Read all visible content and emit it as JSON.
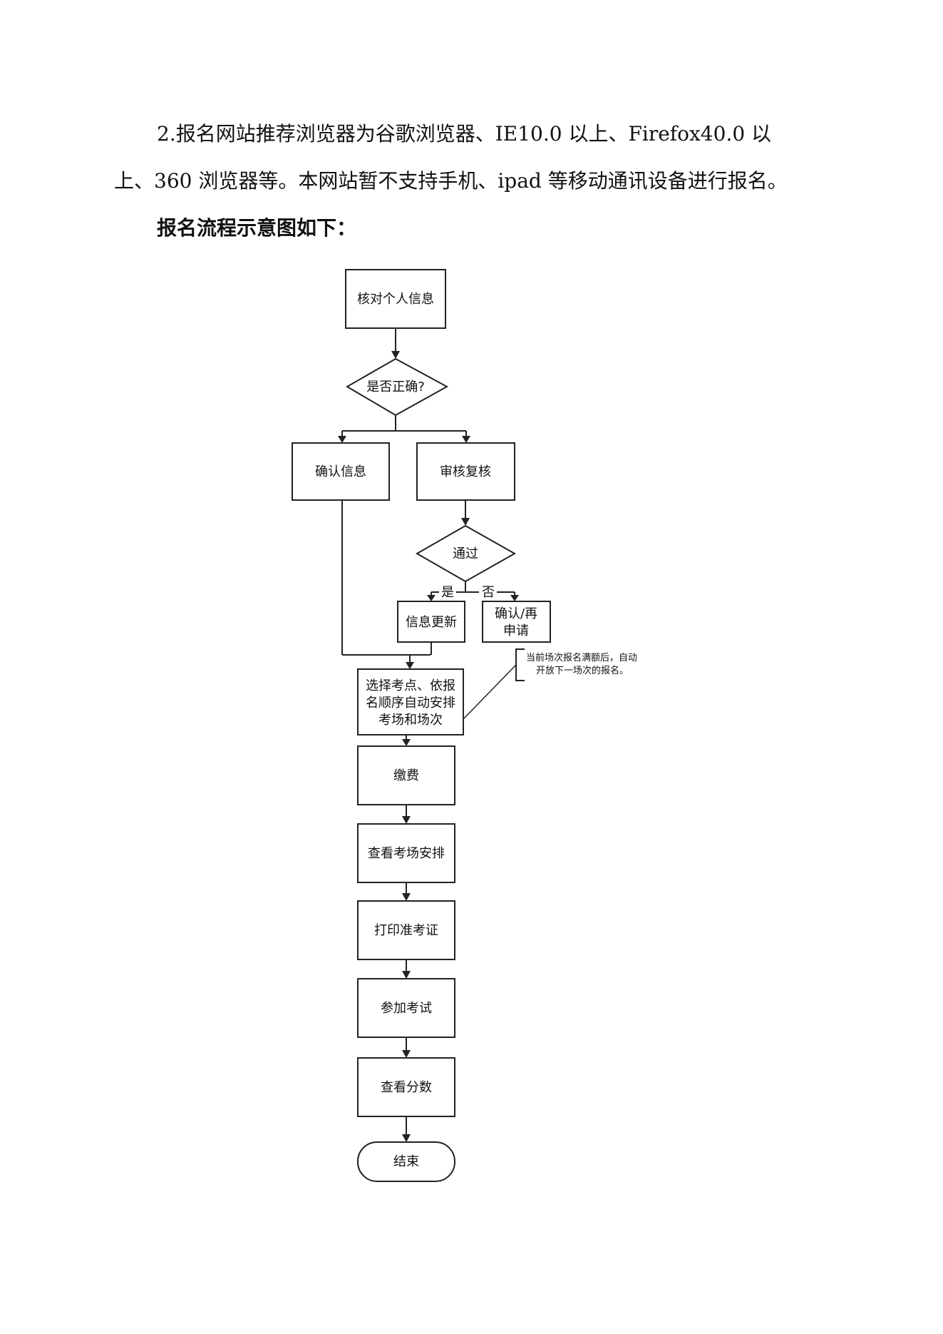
{
  "paragraphs": {
    "p1": "2.报名网站推荐浏览器为谷歌浏览器、IE10.0 以上、Firefox40.0 以",
    "p2": "上、360 浏览器等。本网站暂不支持手机、ipad 等移动通讯设备进行报名。",
    "heading": "报名流程示意图如下："
  },
  "flowchart": {
    "verify_info": "核对个人信息",
    "is_correct": "是否正确?",
    "confirm_info": "确认信息",
    "review": "审核复核",
    "passed": "通过",
    "yes": "是",
    "no": "否",
    "update_info": "信息更新",
    "reapply_line1": "确认/再",
    "reapply_line2": "申请",
    "select_line1": "选择考点、依报",
    "select_line2": "名顺序自动安排",
    "select_line3": "考场和场次",
    "note_line1": "当前场次报名满额后，自动",
    "note_line2": "开放下一场次的报名。",
    "pay": "缴费",
    "view_room": "查看考场安排",
    "print_ticket": "打印准考证",
    "take_exam": "参加考试",
    "view_score": "查看分数",
    "end": "结束"
  }
}
